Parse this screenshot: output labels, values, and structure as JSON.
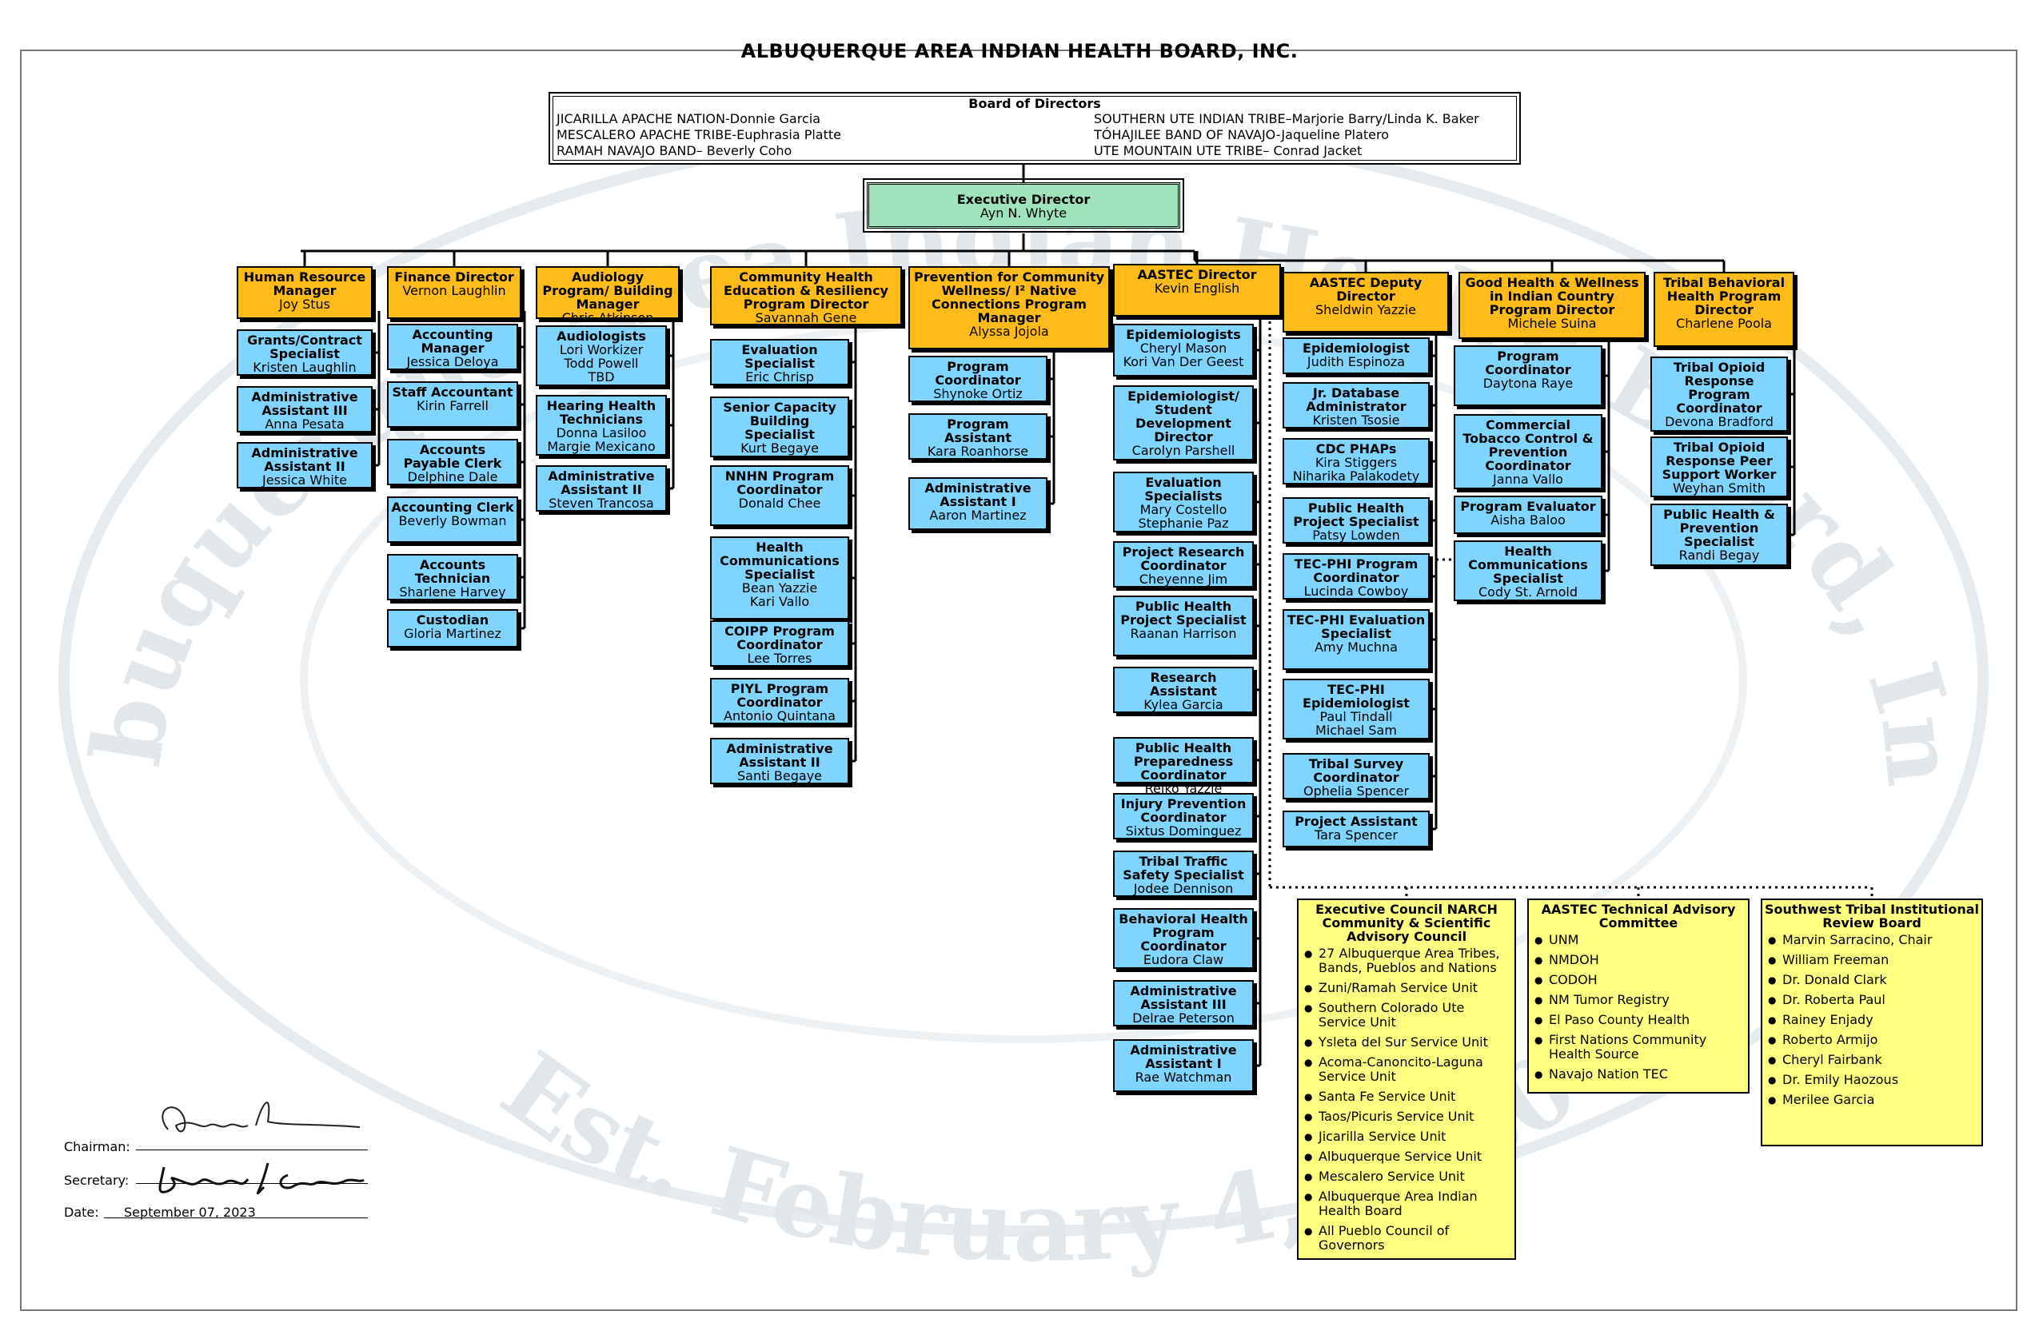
{
  "title": "ALBUQUERQUE AREA INDIAN HEALTH BOARD, INC.",
  "watermark": {
    "top": "Albuquerque Area Indian Health Board, Inc.",
    "bottom": "Est. February 4, 1980"
  },
  "board": {
    "title": "Board of Directors",
    "left": [
      "JICARILLA APACHE NATION-Donnie Garcia",
      "MESCALERO APACHE TRIBE-Euphrasia Platte",
      "RAMAH NAVAJO BAND– Beverly Coho"
    ],
    "right": [
      "SOUTHERN UTE INDIAN TRIBE–Marjorie Barry/Linda K. Baker",
      "TÓHAJILEE BAND OF NAVAJO-Jaqueline Platero",
      "UTE MOUNTAIN UTE TRIBE– Conrad Jacket"
    ]
  },
  "exec": {
    "title": "Executive Director",
    "name": "Ayn N. Whyte"
  },
  "departments": [
    {
      "title": "Human Resource Manager",
      "names": [
        "Joy Stus"
      ],
      "staff": [
        {
          "title": "Grants/Contract Specialist",
          "names": [
            "Kristen Laughlin"
          ]
        },
        {
          "title": "Administrative Assistant III",
          "names": [
            "Anna Pesata"
          ]
        },
        {
          "title": "Administrative Assistant II",
          "names": [
            "Jessica White"
          ]
        }
      ]
    },
    {
      "title": "Finance Director",
      "names": [
        "Vernon Laughlin"
      ],
      "staff": [
        {
          "title": "Accounting Manager",
          "names": [
            "Jessica Deloya"
          ]
        },
        {
          "title": "Staff Accountant",
          "names": [
            "Kirin Farrell"
          ]
        },
        {
          "title": "Accounts Payable Clerk",
          "names": [
            "Delphine Dale"
          ]
        },
        {
          "title": "Accounting Clerk",
          "names": [
            "Beverly Bowman"
          ]
        },
        {
          "title": "Accounts Technician",
          "names": [
            "Sharlene Harvey"
          ]
        },
        {
          "title": "Custodian",
          "names": [
            "Gloria Martinez"
          ]
        }
      ]
    },
    {
      "title": "Audiology Program/ Building Manager",
      "names": [
        "Chris Atkinson"
      ],
      "staff": [
        {
          "title": "Audiologists",
          "names": [
            "Lori Workizer",
            "Todd Powell",
            "TBD"
          ]
        },
        {
          "title": "Hearing Health Technicians",
          "names": [
            "Donna Lasiloo",
            "Margie Mexicano"
          ]
        },
        {
          "title": "Administrative Assistant II",
          "names": [
            "Steven Trancosa"
          ]
        }
      ]
    },
    {
      "title": "Community Health Education & Resiliency Program Director",
      "names": [
        "Savannah Gene"
      ],
      "staff": [
        {
          "title": "Evaluation Specialist",
          "names": [
            "Eric Chrisp"
          ]
        },
        {
          "title": "Senior Capacity Building Specialist",
          "names": [
            "Kurt Begaye"
          ]
        },
        {
          "title": "NNHN Program Coordinator",
          "names": [
            "Donald Chee"
          ]
        },
        {
          "title": "Health Communications Specialist",
          "names": [
            "Bean Yazzie",
            "Kari Vallo"
          ]
        },
        {
          "title": "COIPP Program Coordinator",
          "names": [
            "Lee Torres"
          ]
        },
        {
          "title": "PIYL Program Coordinator",
          "names": [
            "Antonio Quintana"
          ]
        },
        {
          "title": "Administrative Assistant II",
          "names": [
            "Santi Begaye"
          ]
        }
      ]
    },
    {
      "title": "Prevention for Community Wellness/ I² Native Connections Program Manager",
      "names": [
        "Alyssa Jojola"
      ],
      "staff": [
        {
          "title": "Program Coordinator",
          "names": [
            "Shynoke Ortiz"
          ]
        },
        {
          "title": "Program Assistant",
          "names": [
            "Kara Roanhorse"
          ]
        },
        {
          "title": "Administrative Assistant I",
          "names": [
            "Aaron Martinez"
          ]
        }
      ]
    },
    {
      "title": "AASTEC Director",
      "names": [
        "Kevin English"
      ],
      "staff": [
        {
          "title": "Epidemiologists",
          "names": [
            "Cheryl Mason",
            "Kori Van Der Geest"
          ]
        },
        {
          "title": "Epidemiologist/ Student Development Director",
          "names": [
            "Carolyn Parshell"
          ]
        },
        {
          "title": "Evaluation Specialists",
          "names": [
            "Mary Costello",
            "Stephanie Paz"
          ]
        },
        {
          "title": "Project Research Coordinator",
          "names": [
            "Cheyenne Jim"
          ]
        },
        {
          "title": "Public Health Project Specialist",
          "names": [
            "Raanan Harrison"
          ]
        },
        {
          "title": "Research Assistant",
          "names": [
            "Kylea Garcia"
          ]
        },
        {
          "title": "Public Health Preparedness Coordinator",
          "names": [
            "Reiko Yazzie"
          ]
        },
        {
          "title": "Injury Prevention Coordinator",
          "names": [
            "Sixtus Dominguez"
          ]
        },
        {
          "title": "Tribal Traffic Safety Specialist",
          "names": [
            "Jodee Dennison"
          ]
        },
        {
          "title": "Behavioral Health Program Coordinator",
          "names": [
            "Eudora Claw"
          ]
        },
        {
          "title": "Administrative Assistant III",
          "names": [
            "Delrae Peterson"
          ]
        },
        {
          "title": "Administrative Assistant I",
          "names": [
            "Rae Watchman"
          ]
        }
      ]
    },
    {
      "title": "AASTEC Deputy Director",
      "names": [
        "Sheldwin Yazzie"
      ],
      "staff": [
        {
          "title": "Epidemiologist",
          "names": [
            "Judith Espinoza"
          ]
        },
        {
          "title": "Jr. Database Administrator",
          "names": [
            "Kristen Tsosie"
          ]
        },
        {
          "title": "CDC PHAPs",
          "names": [
            "Kira Stiggers",
            "Niharika Palakodety"
          ]
        },
        {
          "title": "Public Health Project Specialist",
          "names": [
            "Patsy Lowden"
          ]
        },
        {
          "title": "TEC-PHI Program Coordinator",
          "names": [
            "Lucinda Cowboy"
          ]
        },
        {
          "title": "TEC-PHI Evaluation Specialist",
          "names": [
            "Amy Muchna"
          ]
        },
        {
          "title": "TEC-PHI Epidemiologist",
          "names": [
            "Paul Tindall",
            "Michael Sam"
          ]
        },
        {
          "title": "Tribal Survey Coordinator",
          "names": [
            "Ophelia Spencer"
          ]
        },
        {
          "title": "Project Assistant",
          "names": [
            "Tara Spencer"
          ]
        }
      ]
    },
    {
      "title": "Good Health & Wellness in Indian Country Program Director",
      "names": [
        "Michele Suina"
      ],
      "staff": [
        {
          "title": "Program Coordinator",
          "names": [
            "Daytona Raye"
          ]
        },
        {
          "title": "Commercial Tobacco Control & Prevention Coordinator",
          "names": [
            "Janna Vallo"
          ]
        },
        {
          "title": "Program Evaluator",
          "names": [
            "Aisha Baloo"
          ]
        },
        {
          "title": "Health Communications Specialist",
          "names": [
            "Cody St. Arnold"
          ]
        }
      ]
    },
    {
      "title": "Tribal Behavioral Health Program Director",
      "names": [
        "Charlene Poola"
      ],
      "staff": [
        {
          "title": "Tribal Opioid Response Program Coordinator",
          "names": [
            "Devona Bradford"
          ]
        },
        {
          "title": "Tribal Opioid Response Peer Support Worker",
          "names": [
            "Weyhan Smith"
          ]
        },
        {
          "title": "Public Health & Prevention Specialist",
          "names": [
            "Randi Begay"
          ]
        }
      ]
    }
  ],
  "committees": [
    {
      "title": "Executive Council NARCH Community & Scientific Advisory Council",
      "items": [
        "27 Albuquerque Area Tribes, Bands, Pueblos and Nations",
        "Zuni/Ramah Service Unit",
        "Southern Colorado Ute Service Unit",
        "Ysleta del Sur Service Unit",
        "Acoma-Canoncito-Laguna Service Unit",
        "Santa Fe Service Unit",
        "Taos/Picuris Service Unit",
        "Jicarilla Service Unit",
        "Albuquerque Service Unit",
        "Mescalero Service Unit",
        "Albuquerque Area Indian Health Board",
        "All Pueblo Council of Governors"
      ]
    },
    {
      "title": "AASTEC Technical Advisory Committee",
      "items": [
        "UNM",
        "NMDOH",
        "CODOH",
        "NM Tumor Registry",
        "El Paso County Health",
        "First Nations Community Health Source",
        "Navajo Nation TEC"
      ]
    },
    {
      "title": "Southwest Tribal Institutional Review Board",
      "items": [
        "Marvin Sarracino, Chair",
        "William Freeman",
        "Dr. Donald Clark",
        "Dr. Roberta Paul",
        "Rainey Enjady",
        "Roberto Armijo",
        "Cheryl Fairbank",
        "Dr. Emily Haozous",
        "Merilee Garcia"
      ]
    }
  ],
  "signatures": {
    "chairman_label": "Chairman:",
    "secretary_label": "Secretary:",
    "date_label": "Date:",
    "date_value": "September 07, 2023"
  },
  "colors": {
    "staff": "#7fd5ff",
    "director": "#ffbb1a",
    "executive": "#9fe3bd",
    "committee": "#ffff80"
  }
}
